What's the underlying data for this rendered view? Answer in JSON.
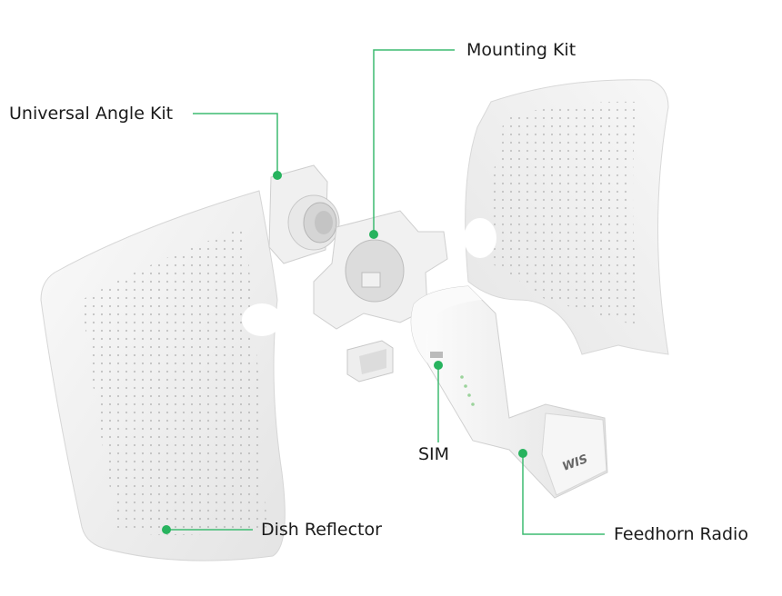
{
  "labels": {
    "mounting_kit": "Mounting Kit",
    "universal_angle_kit": "Universal Angle Kit",
    "sim": "SIM",
    "dish_reflector": "Dish Reflector",
    "feedhorn_radio": "Feedhorn Radio"
  },
  "logo_text": "WIS",
  "colors": {
    "accent": "#27b35e",
    "line": "#3dbb70",
    "device": "#f2f2f2"
  }
}
